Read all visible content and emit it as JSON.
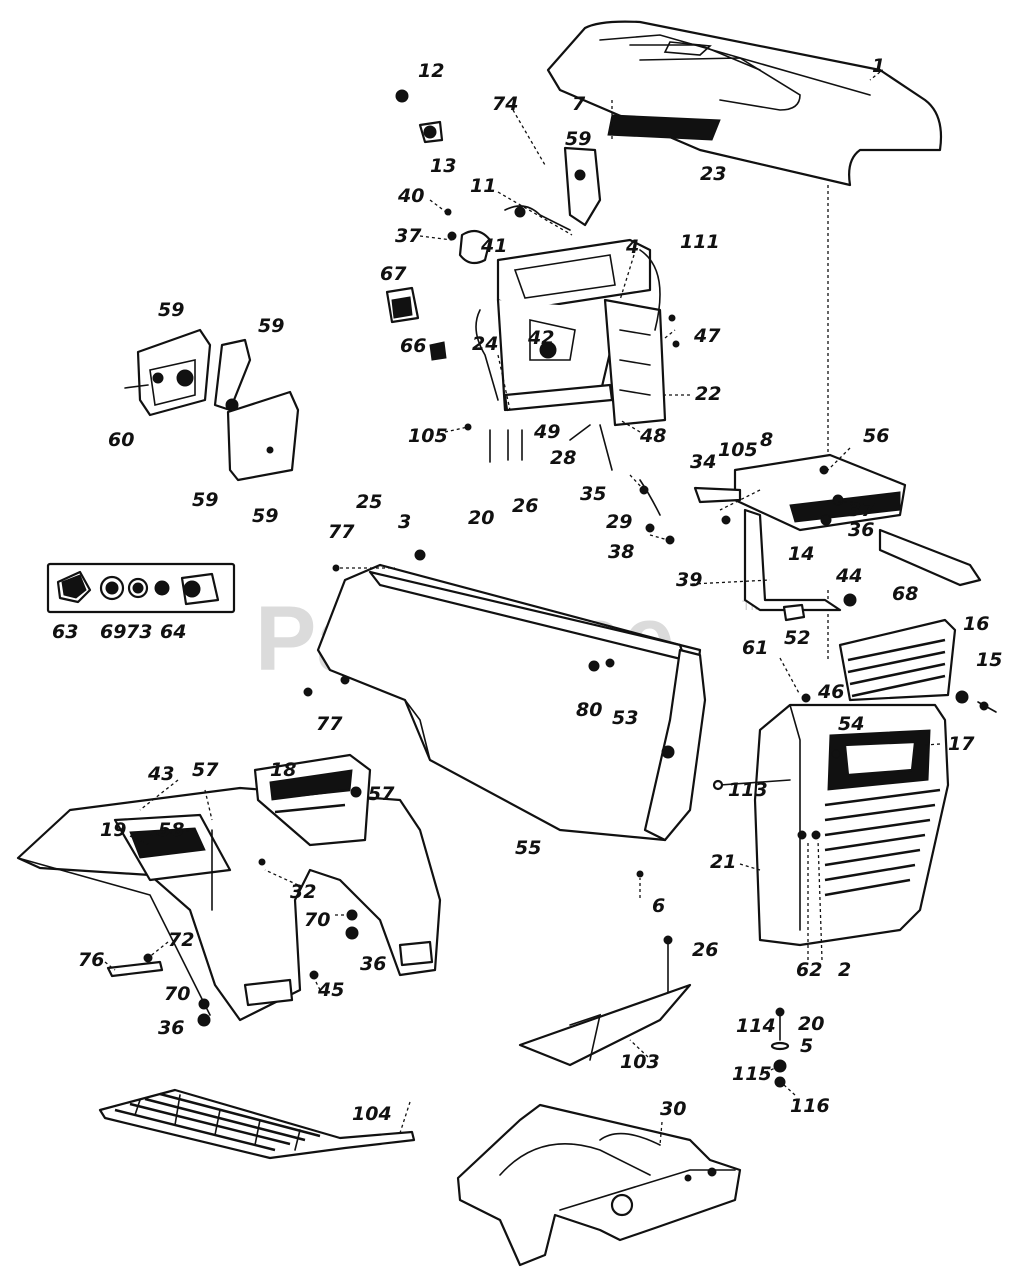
{
  "watermark": {
    "text": "PartsTree",
    "trademark": "TM"
  },
  "callouts": [
    "1",
    "7",
    "23",
    "74",
    "59",
    "12",
    "13",
    "11",
    "40",
    "37",
    "41",
    "4",
    "111",
    "67",
    "42",
    "66",
    "47",
    "24",
    "22",
    "105",
    "49",
    "48",
    "28",
    "20",
    "26",
    "35",
    "34",
    "29",
    "38",
    "39",
    "59",
    "59",
    "60",
    "59",
    "59",
    "105",
    "8",
    "56",
    "37",
    "36",
    "14",
    "44",
    "52",
    "68",
    "16",
    "15",
    "61",
    "46",
    "54",
    "17",
    "25",
    "3",
    "77",
    "63",
    "69",
    "73",
    "64",
    "80",
    "53",
    "77",
    "113",
    "21",
    "62",
    "2",
    "55",
    "6",
    "43",
    "57",
    "18",
    "57",
    "19",
    "58",
    "32",
    "70",
    "36",
    "76",
    "72",
    "70",
    "36",
    "45",
    "26",
    "103",
    "114",
    "20",
    "5",
    "115",
    "116",
    "104",
    "30"
  ]
}
